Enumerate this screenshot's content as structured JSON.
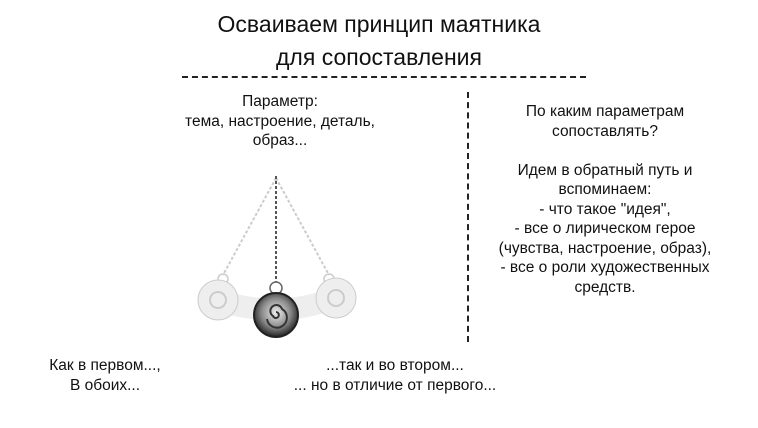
{
  "title": {
    "line1": "Осваиваем принцип маятника",
    "line2": "для сопоставления"
  },
  "parameter": {
    "lines": [
      "Параметр:",
      "тема, настроение, деталь,",
      "образ..."
    ]
  },
  "right": {
    "lines": [
      "По каким параметрам",
      "сопоставлять?",
      "",
      "Идем в обратный путь и",
      "вспоминаем:",
      "- что такое \"идея\",",
      "- все о лирическом герое",
      "(чувства, настроение, образ),",
      "- все о роли художественных",
      "средств."
    ]
  },
  "bottom_left": {
    "lines": [
      "Как в первом...,",
      "В обоих..."
    ]
  },
  "bottom_center": {
    "lines": [
      "...так и во втором...",
      "... но в отличие от первого..."
    ]
  }
}
